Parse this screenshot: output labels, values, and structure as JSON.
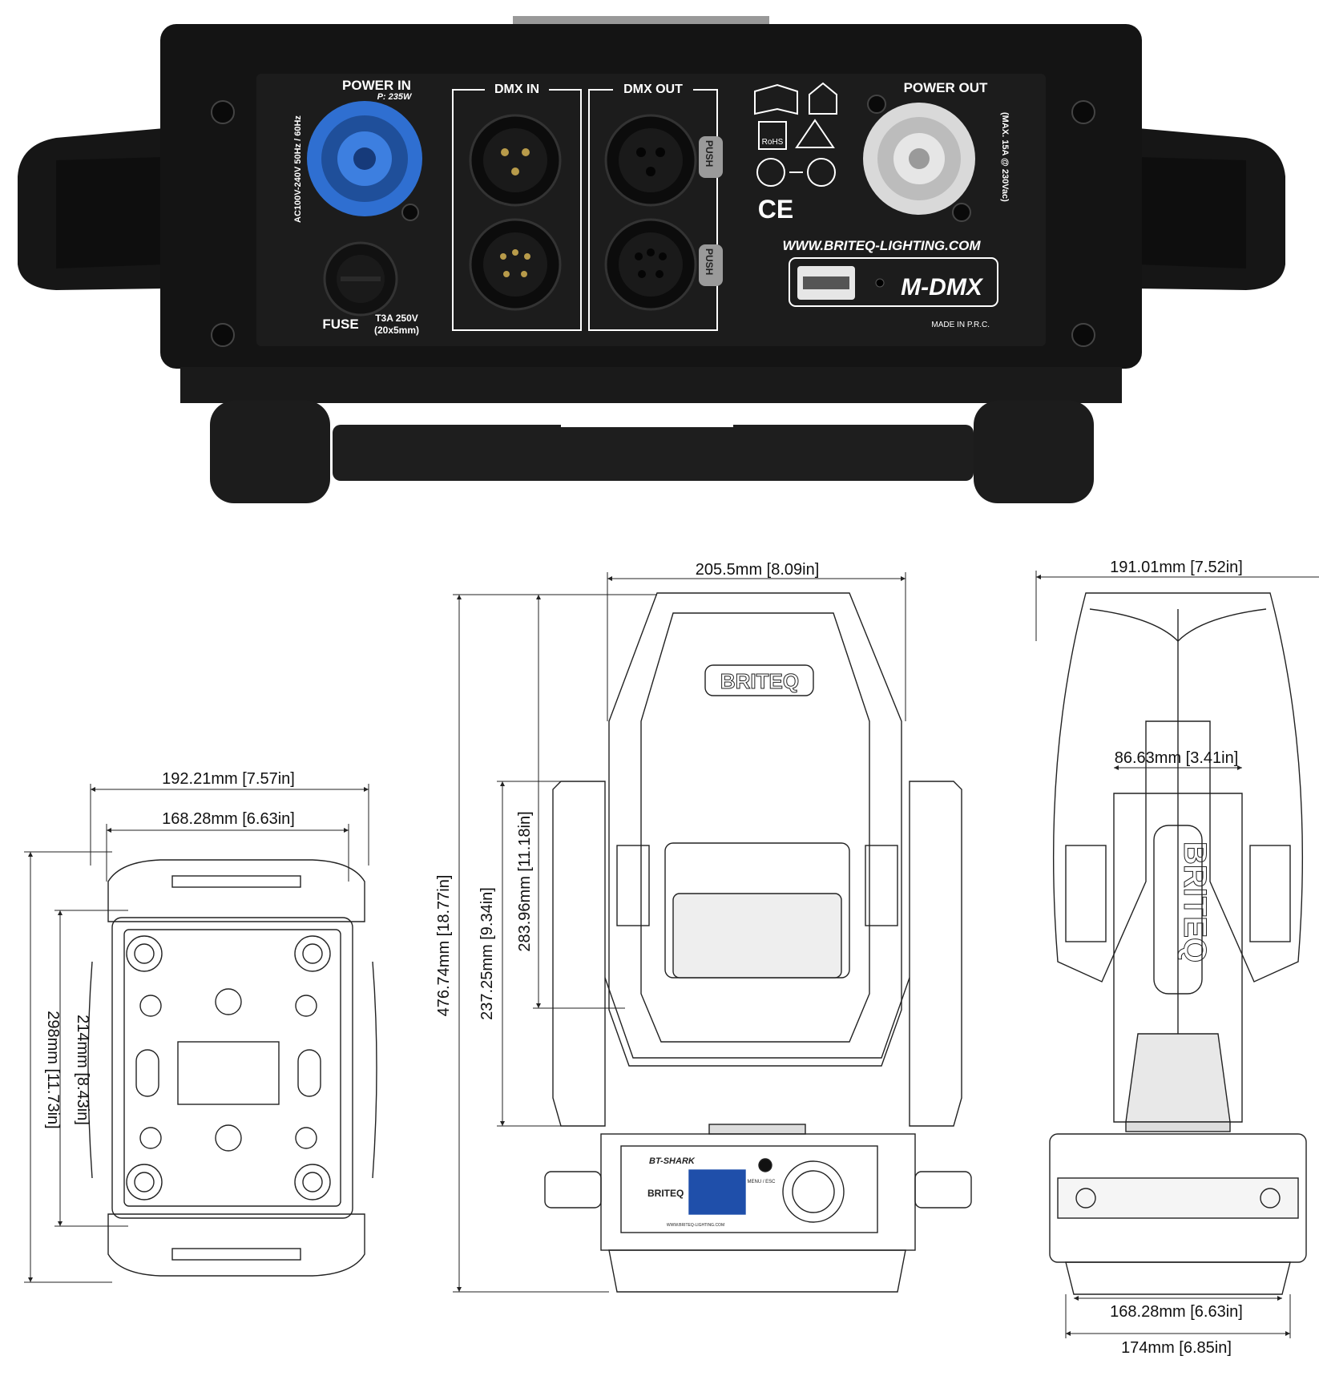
{
  "rear_panel": {
    "power_in": {
      "label": "POWER IN",
      "power": "P: 235W"
    },
    "voltage_spec": "AC100V-240V 50Hz / 60Hz",
    "fuse": {
      "label": "FUSE",
      "rating_line1": "T3A 250V",
      "rating_line2": "(20x5mm)"
    },
    "dmx_in_label": "DMX IN",
    "dmx_out_label": "DMX OUT",
    "push_label": "PUSH",
    "power_out": {
      "label": "POWER OUT",
      "max_spec": "(MAX. 15A @ 230Vac)"
    },
    "website": "WWW.BRITEQ-LIGHTING.COM",
    "mdmx_logo": "M-DMX",
    "made_in": "MADE IN P.R.C.",
    "ce_mark": "CE",
    "rohs_mark": "RoHS"
  },
  "bottom_view": {
    "width_outer": "192.21mm [7.57in]",
    "width_inner": "168.28mm [6.63in]",
    "height_inner": "214mm [8.43in]",
    "height_outer": "298mm [11.73in]"
  },
  "front_view": {
    "width": "205.5mm [8.09in]",
    "height_total": "476.74mm [18.77in]",
    "height_yoke": "237.25mm [9.34in]",
    "height_head": "283.96mm [11.18in]",
    "head_logo": "BRITEQ",
    "model_name": "BT-SHARK",
    "base_logo": "BRITEQ",
    "menu_label": "MENU / ESC",
    "base_website": "WWW.BRITEQ-LIGHTING.COM"
  },
  "side_view": {
    "width_top": "191.01mm [7.52in]",
    "width_arm": "86.63mm [3.41in]",
    "width_base_inner": "168.28mm [6.63in]",
    "width_base_outer": "174mm [6.85in]",
    "arm_logo": "BRITEQ"
  },
  "colors": {
    "housing": "#141414",
    "panel": "#1c1c1c",
    "powercon_in": "#2f6fd1",
    "powercon_out": "#d9d9d9",
    "lcd_blue": "#1f4faa",
    "line": "#222222"
  }
}
